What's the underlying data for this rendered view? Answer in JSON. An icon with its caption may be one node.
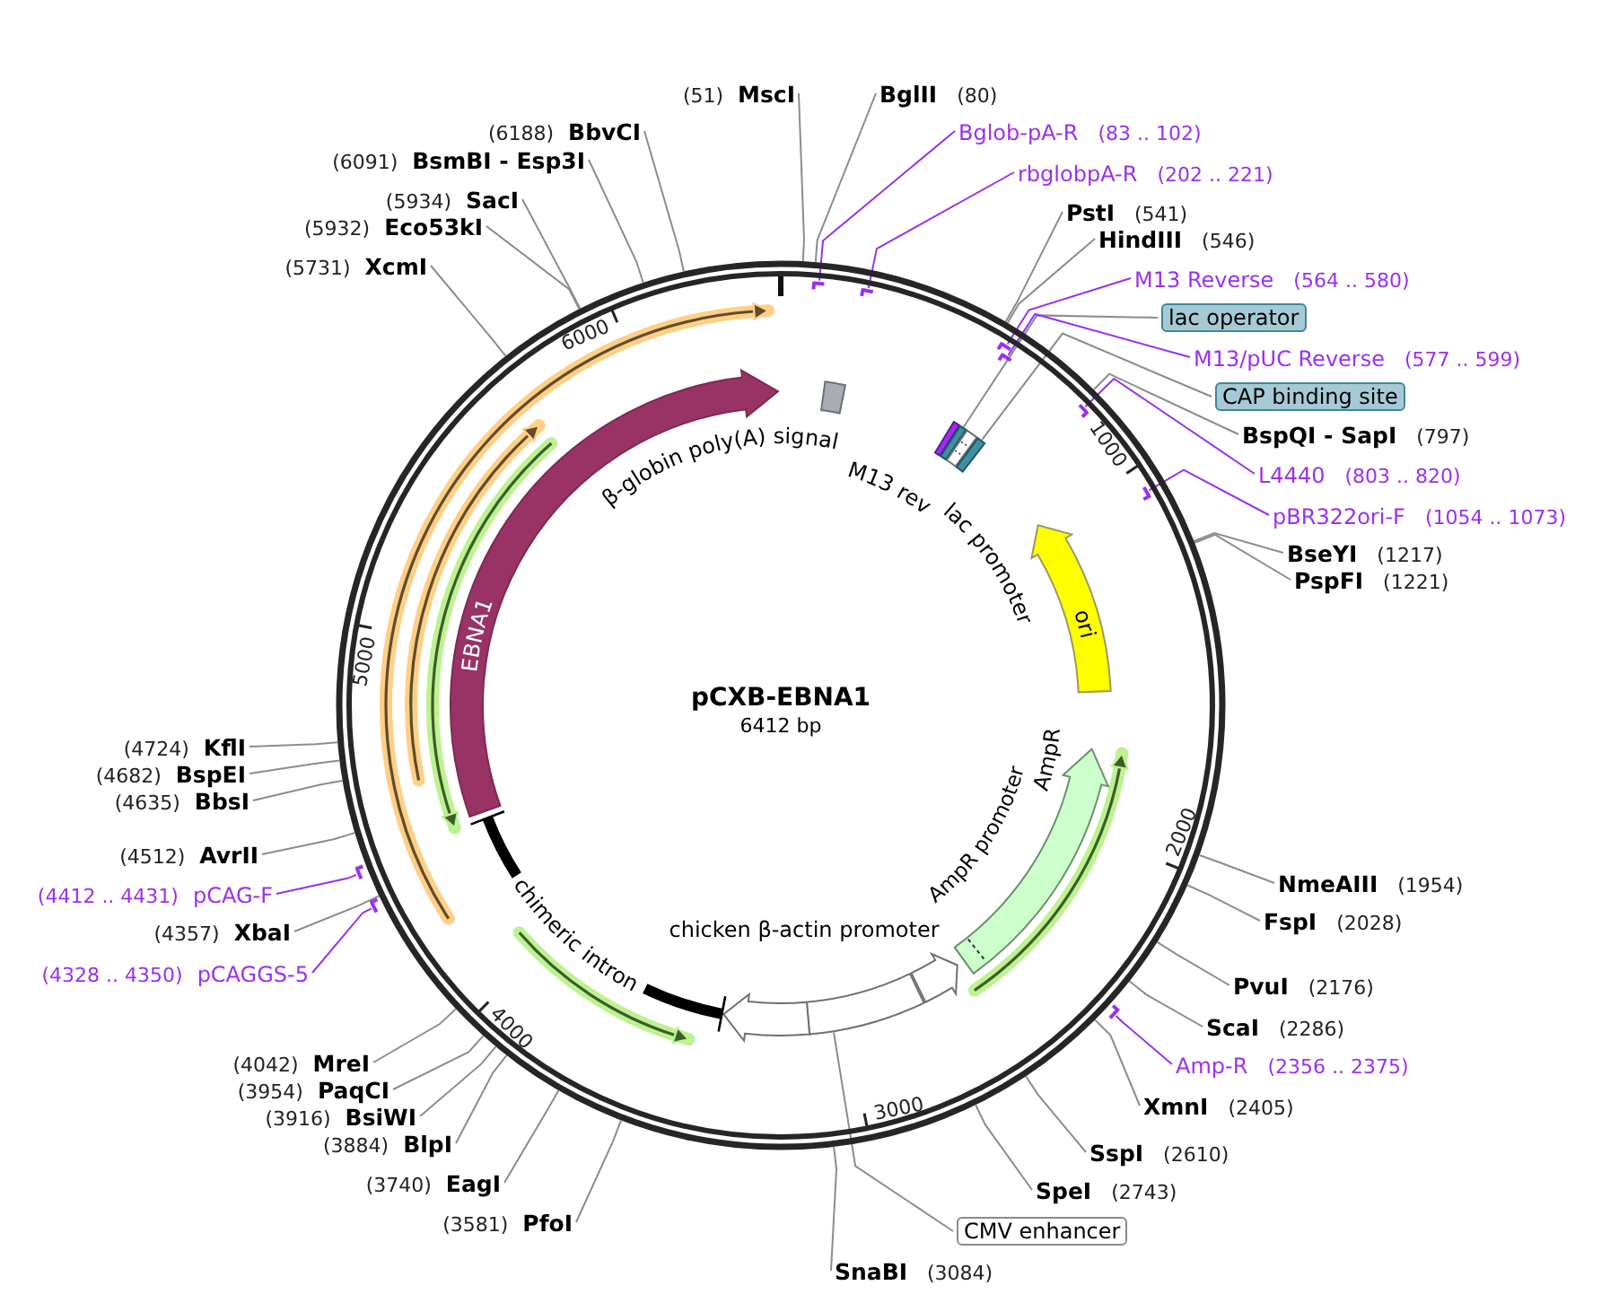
{
  "diagram": {
    "nodes": [
      {
        "text": [
          "pCXB-EBNA1",
          "6412 bp"
        ]
      },
      {
        "text": [
          "β-globin poly(A) signal"
        ],
        "in": 0
      },
      {
        "text": [
          "M13 rev"
        ],
        "in": 0
      },
      {
        "text": [],
        "shape": "box",
        "in": 0
      },
      {
        "text": [
          "lac promoter"
        ],
        "in": 0
      },
      {
        "text": [],
        "shape": "box",
        "in": 0
      },
      {
        "text": [
          "ori"
        ],
        "in": 0
      },
      {
        "text": [
          "AmpR"
        ],
        "in": 0
      },
      {
        "text": [
          "AmpR promoter"
        ],
        "in": 0
      },
      {
        "text": [],
        "shape": "box",
        "in": 0
      },
      {
        "text": [
          "chicken β-actin promoter"
        ],
        "in": 0
      },
      {
        "text": [
          "chimeric intron"
        ],
        "in": 0
      },
      {
        "text": [
          "EBNA1"
        ],
        "in": 0
      },
      {
        "text": [],
        "shape": "bar",
        "in": 0
      },
      {
        "text": [],
        "shape": "bar",
        "in": 0
      },
      {
        "text": [],
        "shape": "bar",
        "in": 0
      },
      {
        "text": [],
        "shape": "bar",
        "in": 0
      },
      {
        "text": [],
        "shape": "bar",
        "in": 0
      },
      {
        "text": [],
        "shape": "bar",
        "in": 0
      },
      {
        "text": [],
        "shape": "bar",
        "in": 0
      },
      {
        "text": [],
        "shape": "bar",
        "in": 0
      },
      {
        "text": [],
        "shape": "bar",
        "in": 0
      },
      {
        "text": [
          "(51)",
          "MscI"
        ]
      },
      {
        "text": [
          "BglII",
          "(80)"
        ]
      },
      {
        "text": [
          "(6188)",
          "BbvCI"
        ]
      },
      {
        "text": [
          "Bglob-pA-R",
          "(83 .. 102)"
        ]
      },
      {
        "text": [
          "(6091)",
          "BsmBI - Esp3I"
        ]
      },
      {
        "text": [
          "rbglobpA-R",
          "(202 .. 221)"
        ]
      },
      {
        "text": [
          "(5934)",
          "SacI"
        ]
      },
      {
        "text": [
          "PstI",
          "(541)"
        ]
      },
      {
        "text": [
          "(5932)",
          "Eco53kI"
        ]
      },
      {
        "text": [
          "HindIII",
          "(546)"
        ]
      },
      {
        "text": [
          "(5731)",
          "XcmI"
        ]
      },
      {
        "text": [
          "M13 Reverse",
          "(564 .. 580)"
        ]
      },
      {
        "text": [
          "lac operator"
        ]
      },
      {
        "text": [
          "M13/pUC Reverse",
          "(577 .. 599)"
        ]
      },
      {
        "text": [
          "CAP binding site"
        ]
      },
      {
        "text": [
          "BspQI - SapI",
          "(797)"
        ]
      },
      {
        "text": [
          "L4440",
          "(803 .. 820)"
        ]
      },
      {
        "text": [
          "pBR322ori-F",
          "(1054 .. 1073)"
        ]
      },
      {
        "text": [
          "BseYI",
          "(1217)"
        ]
      },
      {
        "text": [
          "PspFI",
          "(1221)"
        ]
      },
      {
        "text": [
          "(4724)",
          "KflI"
        ]
      },
      {
        "text": [
          "(4682)",
          "BspEI"
        ]
      },
      {
        "text": [
          "(4635)",
          "BbsI"
        ]
      },
      {
        "text": [
          "(4512)",
          "AvrII"
        ]
      },
      {
        "text": [
          "NmeAIII",
          "(1954)"
        ]
      },
      {
        "text": [
          "(4412 .. 4431)",
          "pCAG-F"
        ]
      },
      {
        "text": [
          "FspI",
          "(2028)"
        ]
      },
      {
        "text": [
          "(4357)",
          "XbaI"
        ]
      },
      {
        "text": [
          "(4328 .. 4350)",
          "pCAGGS-5"
        ]
      },
      {
        "text": [
          "PvuI",
          "(2176)"
        ]
      },
      {
        "text": [
          "ScaI",
          "(2286)"
        ]
      },
      {
        "text": [
          "(4042)",
          "MreI"
        ]
      },
      {
        "text": [
          "Amp-R",
          "(2356 .. 2375)"
        ]
      },
      {
        "text": [
          "(3954)",
          "PaqCI"
        ]
      },
      {
        "text": [
          "XmnI",
          "(2405)"
        ]
      },
      {
        "text": [
          "(3916)",
          "BsiWI"
        ]
      },
      {
        "text": [
          "(3884)",
          "BlpI"
        ]
      },
      {
        "text": [
          "SspI",
          "(2610)"
        ]
      },
      {
        "text": [
          "(3740)",
          "EagI"
        ]
      },
      {
        "text": [
          "SpeI",
          "(2743)"
        ]
      },
      {
        "text": [
          "(3581)",
          "PfoI"
        ]
      },
      {
        "text": [
          "CMV enhancer"
        ]
      },
      {
        "text": [
          "SnaBI",
          "(3084)"
        ]
      }
    ],
    "edges": [
      {
        "from": 22,
        "to": 0,
        "arrow": "none"
      },
      {
        "from": 23,
        "to": 0,
        "arrow": "none"
      },
      {
        "from": 24,
        "to": 0,
        "arrow": "none"
      },
      {
        "from": 25,
        "to": 13,
        "arrow": "none",
        "color": "#9b30f0"
      },
      {
        "from": 26,
        "to": 0,
        "arrow": "none"
      },
      {
        "from": 27,
        "to": 14,
        "arrow": "none",
        "color": "#9b30f0"
      },
      {
        "from": 28,
        "to": 0,
        "arrow": "none"
      },
      {
        "from": 29,
        "to": 0,
        "arrow": "none"
      },
      {
        "from": 30,
        "to": 0,
        "arrow": "none"
      },
      {
        "from": 31,
        "to": 0,
        "arrow": "none"
      },
      {
        "from": 32,
        "to": 0,
        "arrow": "none"
      },
      {
        "from": 33,
        "to": 15,
        "arrow": "none",
        "color": "#9b30f0"
      },
      {
        "from": 34,
        "to": 3,
        "arrow": "none"
      },
      {
        "from": 35,
        "to": 16,
        "arrow": "none",
        "color": "#9b30f0"
      },
      {
        "from": 36,
        "to": 5,
        "arrow": "none"
      },
      {
        "from": 37,
        "to": 0,
        "arrow": "none"
      },
      {
        "from": 38,
        "to": 17,
        "arrow": "none",
        "color": "#9b30f0"
      },
      {
        "from": 39,
        "to": 18,
        "arrow": "none",
        "color": "#9b30f0"
      },
      {
        "from": 40,
        "to": 0,
        "arrow": "none"
      },
      {
        "from": 41,
        "to": 0,
        "arrow": "none"
      },
      {
        "from": 42,
        "to": 0,
        "arrow": "none"
      },
      {
        "from": 43,
        "to": 0,
        "arrow": "none"
      },
      {
        "from": 44,
        "to": 0,
        "arrow": "none"
      },
      {
        "from": 45,
        "to": 0,
        "arrow": "none"
      },
      {
        "from": 46,
        "to": 0,
        "arrow": "none"
      },
      {
        "from": 47,
        "to": 19,
        "arrow": "none",
        "color": "#9b30f0"
      },
      {
        "from": 48,
        "to": 0,
        "arrow": "none"
      },
      {
        "from": 49,
        "to": 0,
        "arrow": "none"
      },
      {
        "from": 50,
        "to": 20,
        "arrow": "none",
        "color": "#9b30f0"
      },
      {
        "from": 51,
        "to": 0,
        "arrow": "none"
      },
      {
        "from": 52,
        "to": 0,
        "arrow": "none"
      },
      {
        "from": 53,
        "to": 0,
        "arrow": "none"
      },
      {
        "from": 54,
        "to": 21,
        "arrow": "none",
        "color": "#9b30f0"
      },
      {
        "from": 55,
        "to": 0,
        "arrow": "none"
      },
      {
        "from": 56,
        "to": 0,
        "arrow": "none"
      },
      {
        "from": 57,
        "to": 0,
        "arrow": "none"
      },
      {
        "from": 58,
        "to": 0,
        "arrow": "none"
      },
      {
        "from": 59,
        "to": 0,
        "arrow": "none"
      },
      {
        "from": 60,
        "to": 0,
        "arrow": "none"
      },
      {
        "from": 61,
        "to": 0,
        "arrow": "none"
      },
      {
        "from": 62,
        "to": 0,
        "arrow": "none"
      },
      {
        "from": 63,
        "to": 9,
        "arrow": "none"
      },
      {
        "from": 64,
        "to": 0,
        "arrow": "none"
      }
    ],
    "labels": [
      "1000",
      "6000",
      "5000",
      "2000",
      "4000",
      "3000"
    ]
  }
}
